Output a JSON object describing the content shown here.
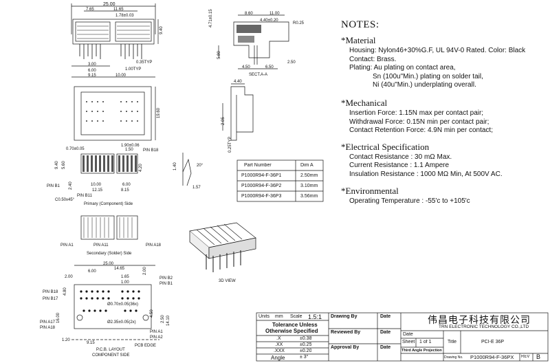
{
  "notes": {
    "title": "NOTES:",
    "material": {
      "heading": "*Material",
      "lines": [
        "Housing: Nylon46+30%G.F, UL 94V-0 Rated. Color: Black",
        "Contact: Brass.",
        "Plating: Au plating on contact area,"
      ],
      "indented": [
        "Sn (100u\"Min.) plating on solder tail,",
        "Ni (40u\"Min.) underplating overall."
      ]
    },
    "mechanical": {
      "heading": "*Mechanical",
      "lines": [
        "Insertion Force: 1.15N max per contact pair;",
        "Withdrawal Force: 0.15N min per contact pair;",
        "Contact Retention Force: 4.9N min per contact;"
      ]
    },
    "electrical": {
      "heading": "*Electrical Specification",
      "lines": [
        "Contact Resistance : 30 mΩ Max.",
        "Current Resistance : 1.1 Ampere",
        "Insulation Resistance : 1000 MΩ Min, At 500V AC."
      ]
    },
    "environmental": {
      "heading": "*Environmental",
      "lines": [
        "Operating Temperature : -55'c to +105'c"
      ]
    }
  },
  "part_table": {
    "headers": [
      "Part Number",
      "Dim A"
    ],
    "rows": [
      [
        "P1000R94-F-36P1",
        "2.50mm"
      ],
      [
        "P1000R94-F-36P2",
        "3.10mm"
      ],
      [
        "P1000R94-F-36P3",
        "3.56mm"
      ]
    ]
  },
  "views": {
    "primary_side": "Primary (Component) Side",
    "secondary_side": "Secondary (Solder) Side",
    "view_3d": "3D VIEW",
    "pcb_layout": "P.C.B. LAYOUT",
    "component_side": "COMPONENT SIDE",
    "pcb_edge": "PCB EDGE",
    "section": "SECT.A-A"
  },
  "pins": {
    "b18": "PIN B18",
    "b11": "PIN B11",
    "b1": "PIN B1",
    "b2": "PIN B2",
    "b17": "PIN B17",
    "a1": "PIN A1",
    "a11": "PIN A11",
    "a18": "PIN A18",
    "a17": "PIN A17",
    "a2": "PIN A2"
  },
  "dims": {
    "top_25": "25.00",
    "top_765": "7.65",
    "top_1165": "11.65",
    "top_178": "1.78±0.03",
    "top_940": "9.40",
    "top_035": "0.35TYP",
    "top_300": "3.00",
    "top_600": "6.00",
    "top_100": "1.00TYP",
    "top_915": "9.15",
    "top_1000": "10.00",
    "s_860": "8.60",
    "s_1100": "11.00",
    "s_440": "4.40±0.20",
    "s_r025": "R0.25",
    "s_471": "4.71±0.15",
    "s_580": "5.80",
    "s_450": "4.50",
    "s_650": "6.50",
    "s_250": "2.50",
    "mid_1960": "19.60",
    "d_440": "4.40",
    "d_205": "2.05",
    "d_025": "0.25TYP",
    "p_190": "1.90±0.06",
    "p_070": "0.70±0.05",
    "p_150": "1.50",
    "p_940": "9.40",
    "p_560": "5.60",
    "p_240": "2.40",
    "p_420": "4.20",
    "p_1000": "10.00",
    "p_600": "6.00",
    "p_1215": "12.15",
    "p_815": "8.15",
    "p_c050": "C0.50x45°",
    "a_140": "1.40",
    "a_20": "20°",
    "a_157": "1.57",
    "b_2500": "25.00",
    "b_1465": "14.65",
    "b_600": "6.00",
    "b_165": "1.65",
    "b_200": "2.00",
    "b_100": "1.00",
    "b_480": "4.80",
    "b_200b": "2.00",
    "b_1600": "16.00",
    "b_070": "Ø0.70±0.05(36x)",
    "b_235": "Ø2.35±0.05(2x)",
    "b_450": "4.50",
    "b_1410": "14.10",
    "b_250": "2.50",
    "b_120": "1.20",
    "b_915": "9.15"
  },
  "title_block": {
    "units_label": "Units",
    "units_value": "mm",
    "scale_label": "Scale",
    "scale_value": "1.5:1",
    "tol_heading1": "Tolerance Unless",
    "tol_heading2": "Otherwise Specified",
    "tol_rows": [
      [
        ".X",
        "±0.38"
      ],
      [
        ".XX",
        "±0.25"
      ],
      [
        ".XXX",
        "±0.20"
      ],
      [
        "Angle",
        "± 3°"
      ]
    ],
    "drawing_by": "Drawing By",
    "reviewed_by": "Reviewed By",
    "approval_by": "Approval By",
    "date_label": "Date",
    "company_cn": "伟昌电子科技有限公司",
    "company_en": "TRN ELECTRONIC TECHNOLOGY CO.,LTD",
    "date2": "Date",
    "sheet_label": "Sheet",
    "sheet_value": "1 of 1",
    "title_label": "Title",
    "title_value": "PCI-E 36P",
    "projection": "Third Angle Projection",
    "drawing_no_label": "Drawing No.",
    "drawing_no": "P1000R94-F-36PX",
    "rev_label": "REV",
    "rev_value": "B"
  }
}
